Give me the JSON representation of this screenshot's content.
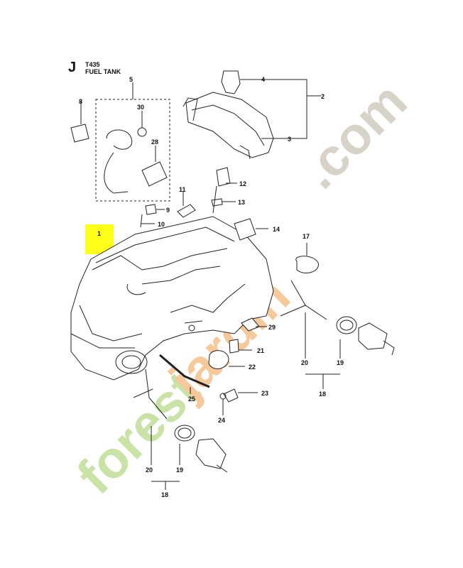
{
  "header": {
    "section_letter": "J",
    "model": "T435",
    "title": "FUEL TANK"
  },
  "highlight_color": "#ffff1a",
  "watermark": {
    "text_forest": "forest",
    "text_jardin": "jardin",
    "text_com": ".com",
    "color_green": "#c9e3a6",
    "color_orange": "#f6c89a",
    "color_grey": "#d7d3c8"
  },
  "callouts": [
    "1",
    "2",
    "3",
    "4",
    "5",
    "8",
    "9",
    "10",
    "11",
    "12",
    "13",
    "14",
    "17",
    "18",
    "19",
    "20",
    "21",
    "22",
    "23",
    "24",
    "25",
    "28",
    "29",
    "30"
  ],
  "callouts_lower": [
    "18",
    "19",
    "20"
  ]
}
